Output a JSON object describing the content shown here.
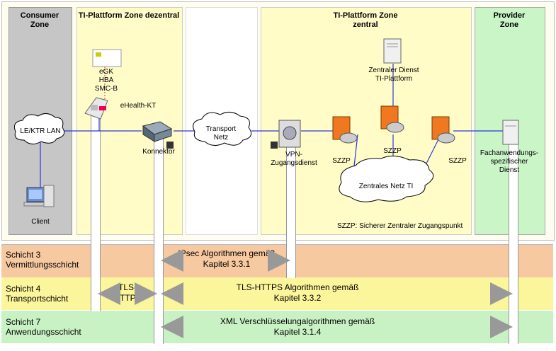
{
  "zones": {
    "consumer": "Consumer\nZone",
    "dezentral": "TI-Plattform Zone dezentral",
    "zentral": "TI-Plattform Zone\nzentral",
    "provider": "Provider\nZone"
  },
  "nodes": {
    "le_ktr_lan": "LE/KTR LAN",
    "client": "Client",
    "cards": "eGK\nHBA\nSMC-B",
    "ehealth_kt": "eHealth-KT",
    "konnektor": "Konnektor",
    "transport_netz": "Transport\nNetz",
    "vpn": "VPN-\nZugangsdienst",
    "zentraler_dienst": "Zentraler Dienst\nTI-Plattform",
    "szzp_left": "SZZP",
    "szzp_mid": "SZZP",
    "szzp_right": "SZZP",
    "zentrales_netz": "Zentrales Netz TI",
    "fachdienst": "Fachanwendungs-\nspezifischer\nDienst"
  },
  "szzp_note": "SZZP: Sicherer Zentraler Zugangspunkt",
  "layers": [
    {
      "label": "Schicht 3\nVermittlungsschicht",
      "color": "#f7c9a1"
    },
    {
      "label": "Schicht 4\nTransportschicht",
      "color": "#fbf59b"
    },
    {
      "label": "Schicht 7\nAnwendungsschicht",
      "color": "#c9f2c4"
    }
  ],
  "algorithms": {
    "ipsec": "IPsec Algorithmen gemäß\nKapitel 3.3.1",
    "tls_https_short": "TLS-\nHTTPS",
    "tls_https": "TLS-HTTPS Algorithmen gemäß\nKapitel 3.3.2",
    "xml": "XML Verschlüsselungalgorithmen gemäß\nKapitel 3.1.4"
  },
  "colors": {
    "consumer_zone": "#c6c6c6",
    "dezentral_zone": "#fffcc8",
    "zentral_zone": "#fffcc8",
    "provider_zone": "#c9f5c7",
    "link": "#2a38d6",
    "arrow": "#999999",
    "firewall": "#f07820"
  }
}
